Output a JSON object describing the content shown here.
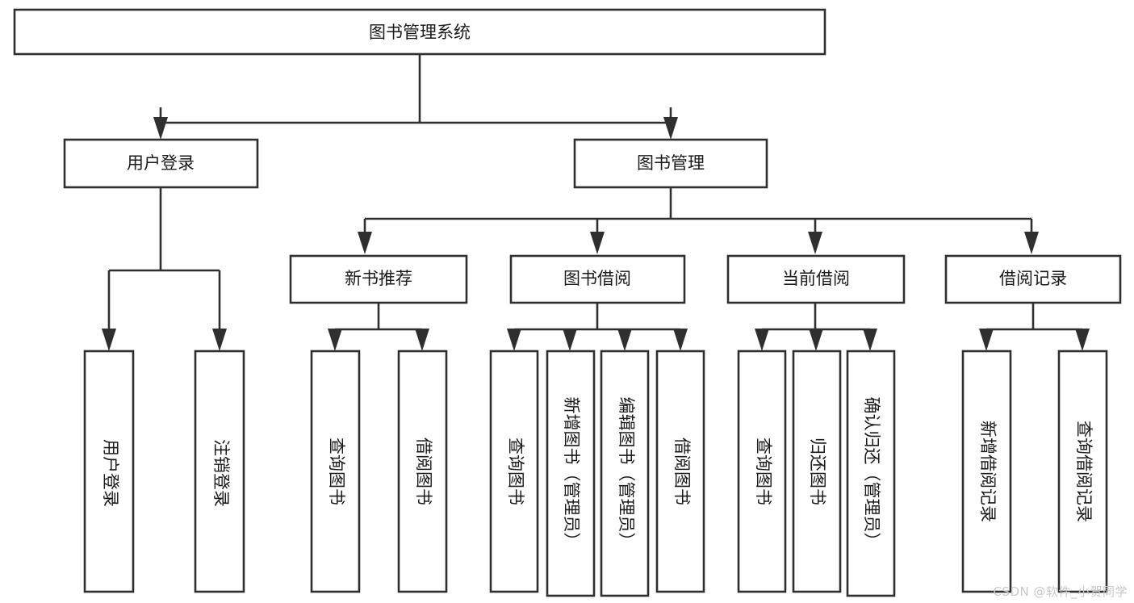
{
  "diagram": {
    "type": "tree-hierarchy",
    "title": "图书管理系统",
    "watermark": "CSDN @软件_小贺同学",
    "colors": {
      "background": "#ffffff",
      "box_fill": "#ffffff",
      "box_stroke": "#2f2f2f",
      "text": "#1a1a1a",
      "watermark": "#c9c9c9"
    },
    "nodes": {
      "root": {
        "label": "图书管理系统",
        "level": 0,
        "orientation": "horizontal"
      },
      "level1": [
        {
          "id": "user-login",
          "label": "用户登录",
          "orientation": "horizontal"
        },
        {
          "id": "book-manage",
          "label": "图书管理",
          "orientation": "horizontal"
        }
      ],
      "level2": [
        {
          "id": "new-book-recommend",
          "label": "新书推荐",
          "orientation": "horizontal"
        },
        {
          "id": "book-borrow",
          "label": "图书借阅",
          "orientation": "horizontal"
        },
        {
          "id": "current-borrow",
          "label": "当前借阅",
          "orientation": "horizontal"
        },
        {
          "id": "borrow-record",
          "label": "借阅记录",
          "orientation": "horizontal"
        }
      ],
      "leaves": {
        "user-login": [
          {
            "id": "leaf-user-login",
            "label": "用户登录",
            "orientation": "vertical"
          },
          {
            "id": "leaf-user-logout",
            "label": "注销登录",
            "orientation": "vertical"
          }
        ],
        "new-book-recommend": [
          {
            "id": "leaf-query-book-1",
            "label": "查询图书",
            "orientation": "vertical"
          },
          {
            "id": "leaf-borrow-book-1",
            "label": "借阅图书",
            "orientation": "vertical"
          }
        ],
        "book-borrow": [
          {
            "id": "leaf-query-book-2",
            "label": "查询图书",
            "orientation": "vertical"
          },
          {
            "id": "leaf-add-book",
            "label": "新增图书（管理员）",
            "orientation": "vertical"
          },
          {
            "id": "leaf-edit-book",
            "label": "编辑图书（管理员）",
            "orientation": "vertical"
          },
          {
            "id": "leaf-borrow-book-2",
            "label": "借阅图书",
            "orientation": "vertical"
          }
        ],
        "current-borrow": [
          {
            "id": "leaf-query-book-3",
            "label": "查询图书",
            "orientation": "vertical"
          },
          {
            "id": "leaf-return-book",
            "label": "归还图书",
            "orientation": "vertical"
          },
          {
            "id": "leaf-confirm-return",
            "label": "确认归还（管理员）",
            "orientation": "vertical"
          }
        ],
        "borrow-record": [
          {
            "id": "leaf-add-record",
            "label": "新增借阅记录",
            "orientation": "vertical"
          },
          {
            "id": "leaf-query-record",
            "label": "查询借阅记录",
            "orientation": "vertical"
          }
        ]
      }
    }
  }
}
